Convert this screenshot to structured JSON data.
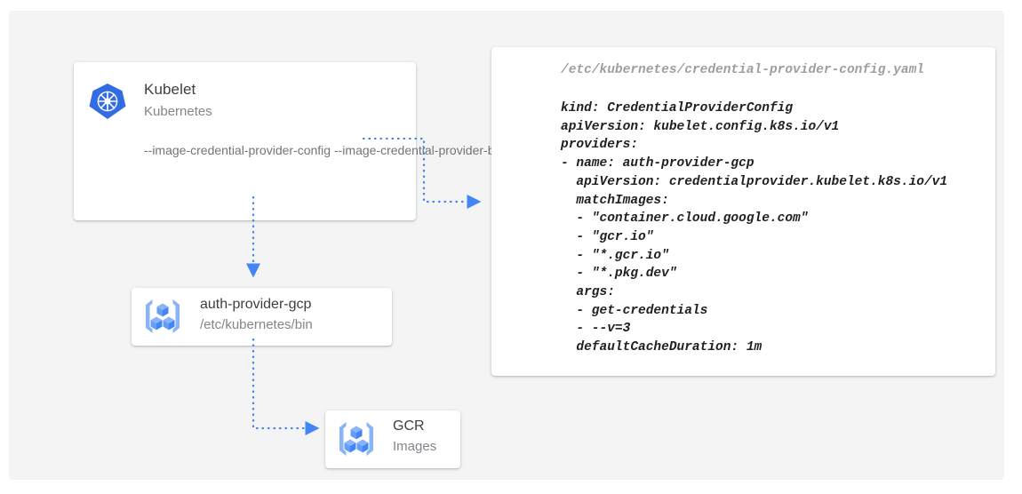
{
  "diagram": {
    "accent_color": "#4285F4",
    "canvas_bg": "#f4f4f4",
    "card_bg": "#ffffff"
  },
  "kubelet_card": {
    "icon": "kubernetes-logo-icon",
    "title": "Kubelet",
    "subtitle": "Kubernetes",
    "flags": "--image-credential-provider-config\n--image-credential-provider-bin-dir",
    "flag_list": [
      "--image-credential-provider-config",
      "--image-credential-provider-bin-dir"
    ]
  },
  "auth_provider_card": {
    "icon": "container-registry-icon",
    "title": "auth-provider-gcp",
    "subtitle": "/etc/kubernetes/bin"
  },
  "gcr_card": {
    "icon": "container-registry-icon",
    "title": "GCR",
    "subtitle": "Images"
  },
  "yaml_panel": {
    "path": "/etc/kubernetes/credential-provider-config.yaml",
    "content": "kind: CredentialProviderConfig\napiVersion: kubelet.config.k8s.io/v1\nproviders:\n- name: auth-provider-gcp\n  apiVersion: credentialprovider.kubelet.k8s.io/v1\n  matchImages:\n  - \"container.cloud.google.com\"\n  - \"gcr.io\"\n  - \"*.gcr.io\"\n  - \"*.pkg.dev\"\n  args:\n  - get-credentials\n  - --v=3\n  defaultCacheDuration: 1m",
    "lines": [
      "kind: CredentialProviderConfig",
      "apiVersion: kubelet.config.k8s.io/v1",
      "providers:",
      "- name: auth-provider-gcp",
      "  apiVersion: credentialprovider.kubelet.k8s.io/v1",
      "  matchImages:",
      "  - \"container.cloud.google.com\"",
      "  - \"gcr.io\"",
      "  - \"*.gcr.io\"",
      "  - \"*.pkg.dev\"",
      "  args:",
      "  - get-credentials",
      "  - --v=3",
      "  defaultCacheDuration: 1m"
    ]
  },
  "connectors": [
    {
      "name": "kubelet-to-yaml-config",
      "style": "dotted",
      "arrow": true
    },
    {
      "name": "kubelet-to-auth-provider",
      "style": "dotted",
      "arrow": true
    },
    {
      "name": "auth-provider-to-gcr",
      "style": "dotted",
      "arrow": true
    }
  ]
}
